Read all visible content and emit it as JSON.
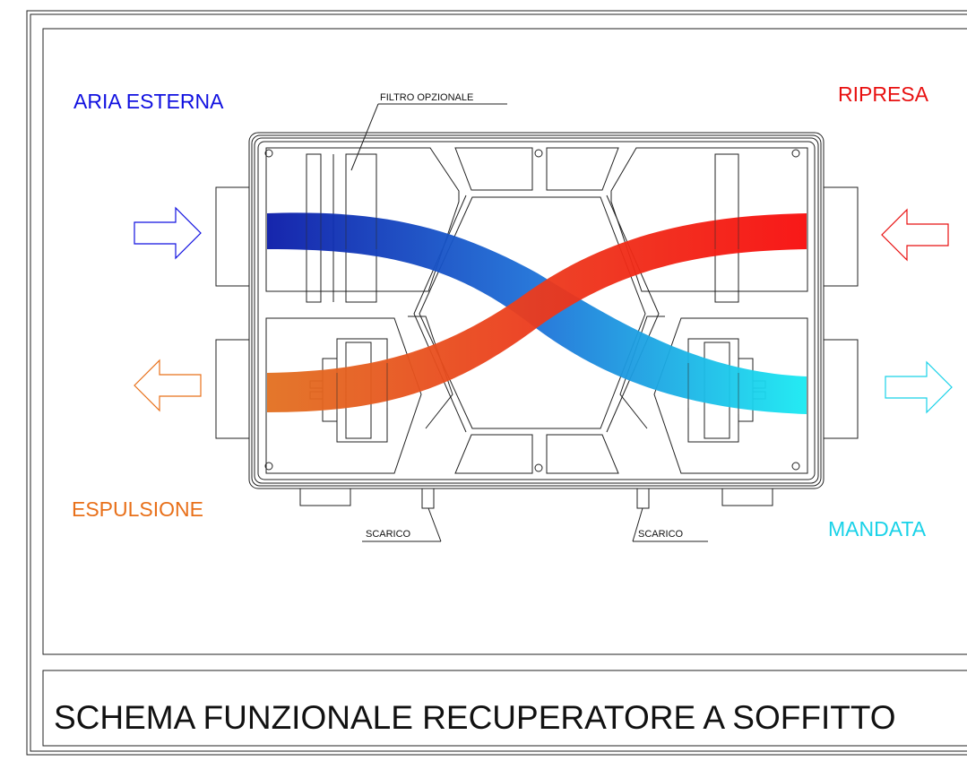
{
  "labels": {
    "aria_esterna": "ARIA ESTERNA",
    "ripresa": "RIPRESA",
    "espulsione": "ESPULSIONE",
    "mandata": "MANDATA",
    "filtro": "FILTRO OPZIONALE",
    "scarico_left": "SCARICO",
    "scarico_right": "SCARICO",
    "title": "SCHEMA FUNZIONALE RECUPERATORE A SOFFITTO"
  },
  "colors": {
    "aria_esterna": "#1010e0",
    "ripresa": "#e81010",
    "espulsione": "#e8701a",
    "mandata": "#19d2e8",
    "blue_dark": "#0a1aa8",
    "blue_light": "#19e6f0",
    "orange": "#e27020",
    "red": "#f51010"
  }
}
